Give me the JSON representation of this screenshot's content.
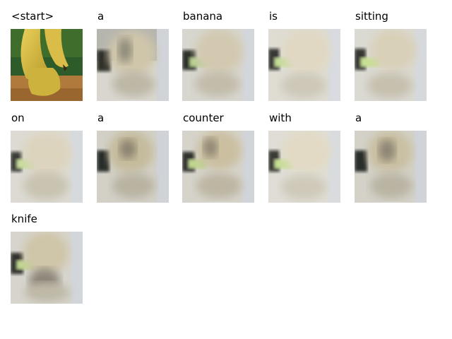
{
  "caption_tokens": [
    "<start>",
    "a",
    "banana",
    "is",
    "sitting",
    "on",
    "a",
    "counter",
    "with",
    "a",
    "knife"
  ],
  "panels": [
    {
      "word": "<start>",
      "image": "original-photo-bananas-on-counter"
    },
    {
      "word": "a",
      "image": "attention-map-blurred"
    },
    {
      "word": "banana",
      "image": "attention-map-blurred"
    },
    {
      "word": "is",
      "image": "attention-map-blurred"
    },
    {
      "word": "sitting",
      "image": "attention-map-blurred"
    },
    {
      "word": "on",
      "image": "attention-map-blurred"
    },
    {
      "word": "a",
      "image": "attention-map-blurred"
    },
    {
      "word": "counter",
      "image": "attention-map-blurred"
    },
    {
      "word": "with",
      "image": "attention-map-blurred"
    },
    {
      "word": "a",
      "image": "attention-map-blurred"
    },
    {
      "word": "knife",
      "image": "attention-map-blurred"
    }
  ]
}
